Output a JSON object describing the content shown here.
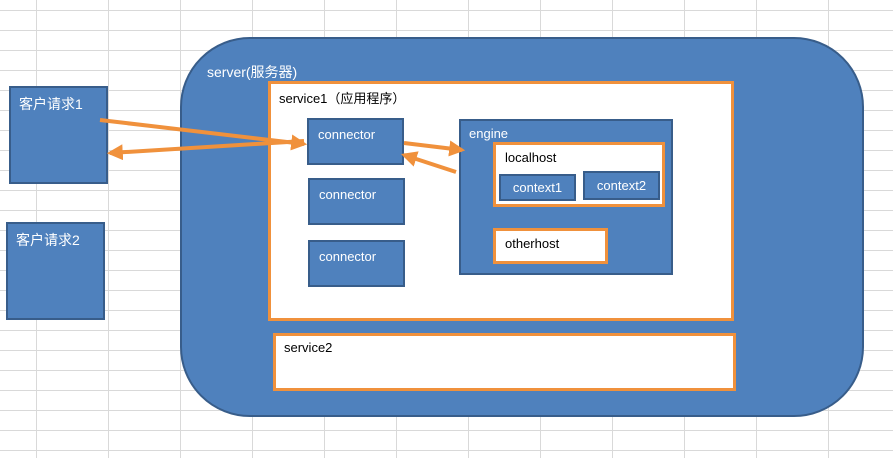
{
  "diagram": {
    "server": {
      "label": "server(服务器)"
    },
    "clients": [
      {
        "label": "客户请求1"
      },
      {
        "label": "客户请求2"
      }
    ],
    "service1": {
      "label": "service1（应用程序）",
      "connectors": [
        {
          "label": "connector"
        },
        {
          "label": "connector"
        },
        {
          "label": "connector"
        }
      ],
      "engine": {
        "label": "engine",
        "localhost": {
          "label": "localhost",
          "contexts": [
            {
              "label": "context1"
            },
            {
              "label": "context2"
            }
          ]
        },
        "otherhost": {
          "label": "otherhost"
        }
      }
    },
    "service2": {
      "label": "service2"
    },
    "colors": {
      "box_fill": "#4f81bd",
      "box_border": "#385d8a",
      "highlight_border": "#f0913c",
      "arrow": "#f0913c",
      "grid": "#d9d9d9"
    }
  }
}
